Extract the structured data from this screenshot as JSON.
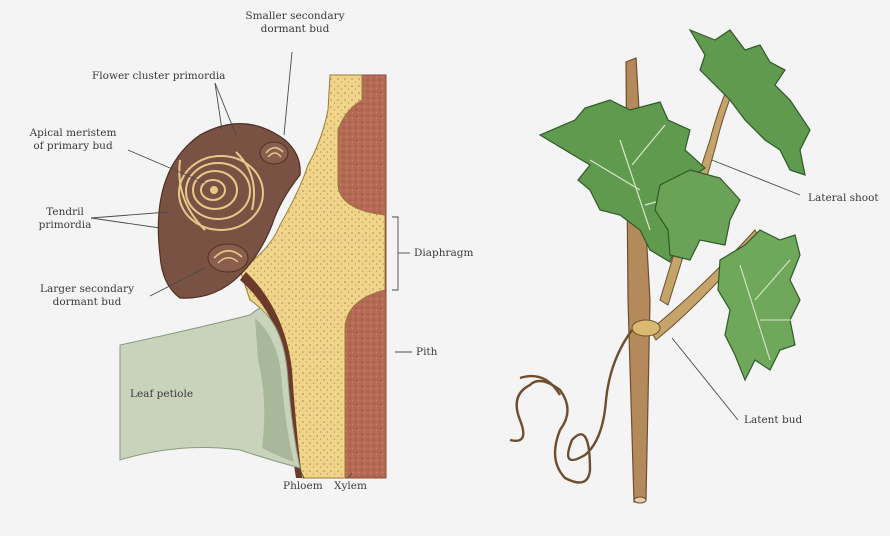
{
  "left_diagram": {
    "labels": {
      "smaller_secondary_bud": "Smaller secondary\ndormant bud",
      "flower_cluster": "Flower cluster primordia",
      "apical_meristem": "Apical meristem\nof primary bud",
      "tendril_primordia": "Tendril\nprimordia",
      "larger_secondary_bud": "Larger secondary\ndormant bud",
      "diaphragm": "Diaphragm",
      "leaf_petiole": "Leaf petiole",
      "pith": "Pith",
      "phloem": "Phloem",
      "xylem": "Xylem"
    }
  },
  "right_diagram": {
    "labels": {
      "lateral_shoot": "Lateral shoot",
      "latent_bud": "Latent bud"
    }
  },
  "colors": {
    "background": "#f4f4f4",
    "bud_brown": "#7a5243",
    "pith_red": "#b56a55",
    "xylem_yellow": "#f0d48a",
    "petiole_green": "#c9d3bc",
    "leaf_green": "#5f9a4e",
    "stem_brown": "#b48a5c"
  }
}
